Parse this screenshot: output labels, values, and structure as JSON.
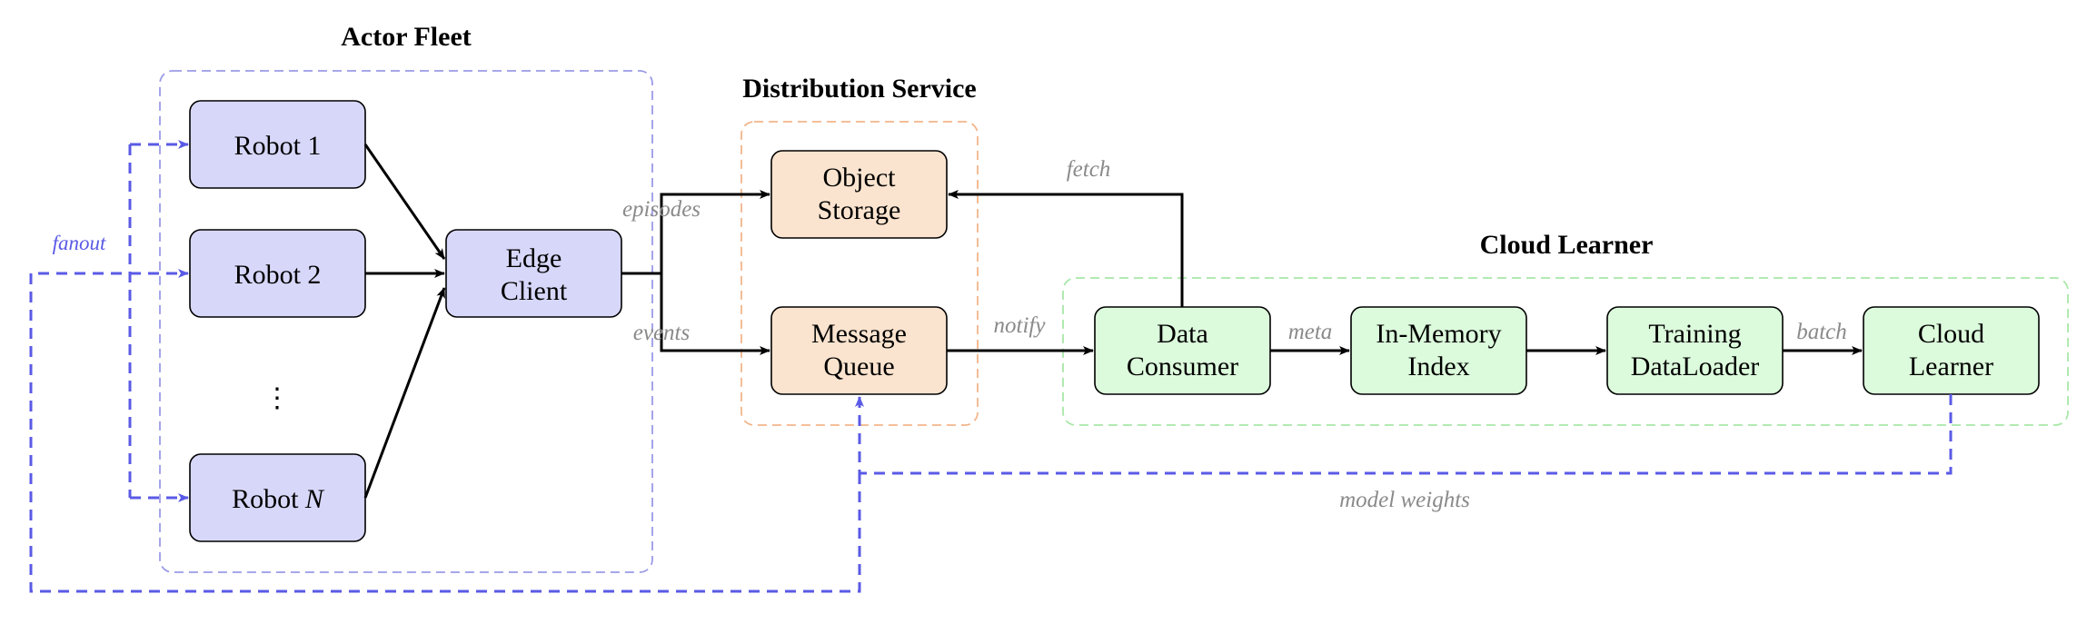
{
  "groups": {
    "actor_fleet": {
      "title": "Actor Fleet",
      "border_color": "#9b9be8"
    },
    "distribution_service": {
      "title": "Distribution Service",
      "border_color": "#f2b58a"
    },
    "cloud_learner": {
      "title": "Cloud Learner",
      "border_color": "#a8e8a8"
    }
  },
  "nodes": {
    "robot_1": {
      "lines": [
        "Robot 1"
      ],
      "fill": "#d7d7fa"
    },
    "robot_2": {
      "lines": [
        "Robot 2"
      ],
      "fill": "#d7d7fa"
    },
    "robot_dots": {
      "lines": [
        "⋮"
      ]
    },
    "robot_n": {
      "prefix": "Robot ",
      "suffix": "N",
      "fill": "#d7d7fa"
    },
    "edge_client": {
      "lines": [
        "Edge",
        "Client"
      ],
      "fill": "#d7d7fa"
    },
    "object_storage": {
      "lines": [
        "Object",
        "Storage"
      ],
      "fill": "#fbe4cf"
    },
    "message_queue": {
      "lines": [
        "Message",
        "Queue"
      ],
      "fill": "#fbe4cf"
    },
    "data_consumer": {
      "lines": [
        "Data",
        "Consumer"
      ],
      "fill": "#dcfadc"
    },
    "in_memory_index": {
      "lines": [
        "In-Memory",
        "Index"
      ],
      "fill": "#dcfadc"
    },
    "training_dataloader": {
      "lines": [
        "Training",
        "DataLoader"
      ],
      "fill": "#dcfadc"
    },
    "cloud_learner": {
      "lines": [
        "Cloud",
        "Learner"
      ],
      "fill": "#dcfadc"
    }
  },
  "edge_labels": {
    "episodes": "episodes",
    "events": "events",
    "fetch": "fetch",
    "notify": "notify",
    "meta": "meta",
    "batch": "batch",
    "model_weights": "model weights",
    "fanout": "fanout"
  },
  "colors": {
    "weights_flow": "#5a5ae6",
    "edge": "#000000",
    "label": "#8a8a8a"
  }
}
